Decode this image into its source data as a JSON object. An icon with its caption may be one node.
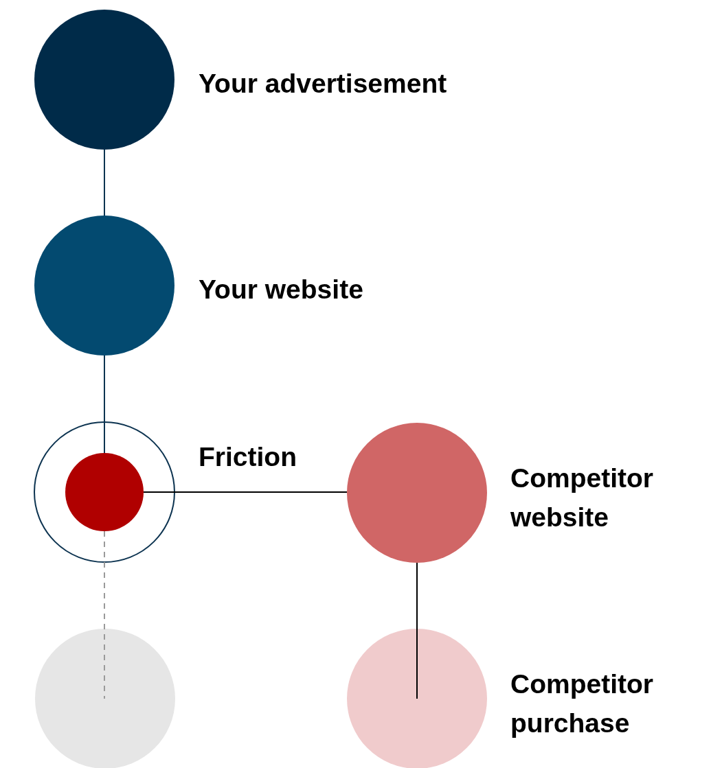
{
  "diagram": {
    "nodes": [
      {
        "text": [],
        "shape": "circle",
        "beside": [
          "Your advertisement"
        ]
      },
      {
        "text": [],
        "shape": "circle",
        "beside": [
          "Your website"
        ]
      },
      {
        "text": [],
        "shape": "circle",
        "beside": [
          "Friction"
        ]
      },
      {
        "text": [],
        "shape": "circle",
        "in": 2
      },
      {
        "text": [],
        "shape": "circle"
      },
      {
        "text": [],
        "shape": "circle",
        "beside": [
          "Competitor website"
        ]
      },
      {
        "text": [],
        "shape": "circle",
        "beside": [
          "Competitor purchase"
        ]
      }
    ],
    "edges": [
      {
        "from": 0,
        "to": 1,
        "arrow": "none",
        "color": "#0c3350"
      },
      {
        "from": 1,
        "to": 3,
        "arrow": "none",
        "color": "#0c3350"
      },
      {
        "from": 3,
        "to": 4,
        "arrow": "none",
        "style": "dashed",
        "color": "#9a9a9a"
      },
      {
        "from": 3,
        "to": 5,
        "arrow": "none"
      },
      {
        "from": 5,
        "to": 6,
        "arrow": "none"
      }
    ]
  }
}
